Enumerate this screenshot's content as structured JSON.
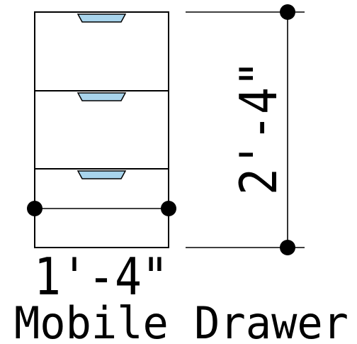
{
  "drawing": {
    "width_dimension": "1'-4\"",
    "height_dimension": "2'-4\"",
    "caption": "Mobile Drawer",
    "drawer_count": 3,
    "colors": {
      "line": "#000000",
      "handle": "#a8d4ec",
      "background": "#ffffff"
    }
  }
}
